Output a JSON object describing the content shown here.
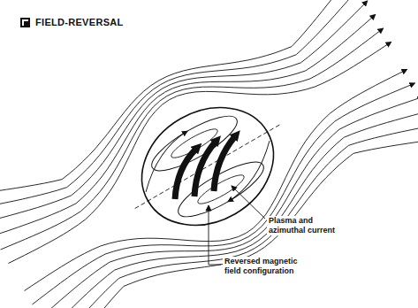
{
  "diagram": {
    "title": "FIELD-REVERSAL",
    "labels": [
      "Plasma and azimuthal current",
      "Reversed magnetic field configuration"
    ]
  }
}
